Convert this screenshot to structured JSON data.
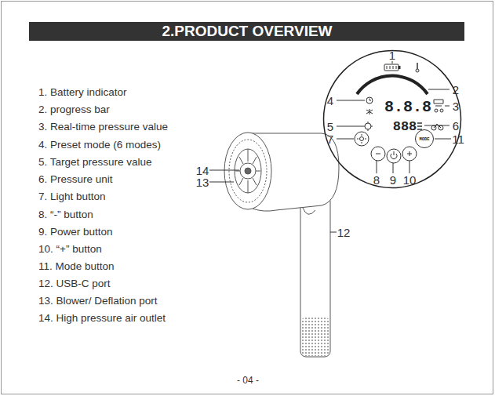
{
  "diagram": {
    "title": "2.PRODUCT OVERVIEW",
    "nodes": [
      {
        "text": [
          "8.8.8",
          "888"
        ]
      },
      {
        "text": [
          "MODE"
        ],
        "in": 0
      }
    ],
    "labels": [
      "1. Battery indicator",
      "2. progress bar",
      "3. Real-time pressure value",
      "4. Preset mode (6 modes)",
      "5. Target pressure value",
      "6. Pressure unit",
      "7. Light button",
      "8. “-” button",
      "9. Power button",
      "10. “+” button",
      "11. Mode button",
      "12. USB-C port",
      "13. Blower/ Deflation port",
      "14. High pressure air outlet",
      "1",
      "2",
      "3",
      "4",
      "5",
      "6",
      "7",
      "8",
      "9",
      "10",
      "11",
      "12",
      "13",
      "14",
      "- 04 -"
    ]
  }
}
